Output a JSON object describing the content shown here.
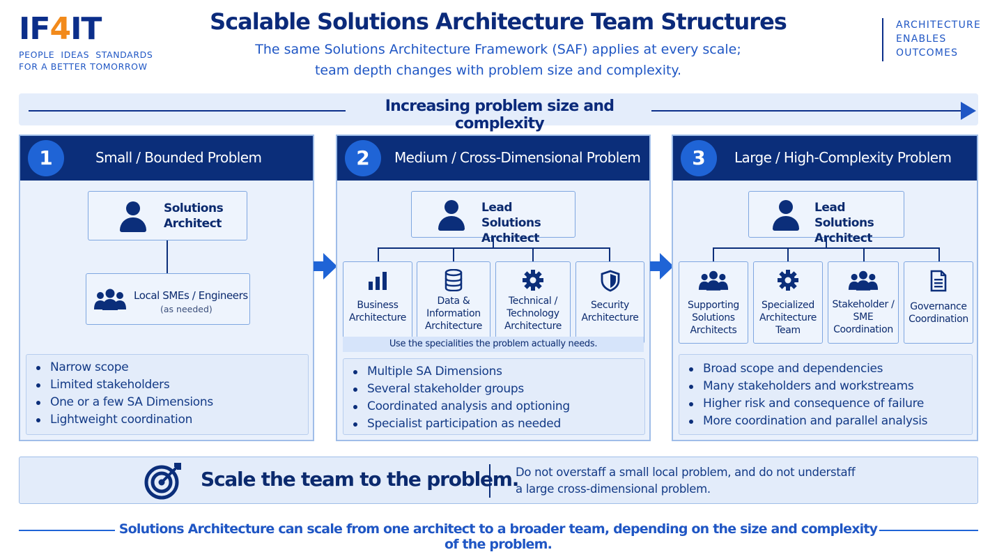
{
  "logo": {
    "mark_part1": "IF",
    "mark_part2": "4",
    "mark_part3": "IT",
    "tagline_line1": "PEOPLE  IDEAS  STANDARDS",
    "tagline_line2": "FOR A BETTER TOMORROW"
  },
  "header": {
    "title": "Scalable Solutions Architecture Team Structures",
    "subtitle_line1": "The same Solutions Architecture Framework (SAF) applies at every scale;",
    "subtitle_line2": "team depth changes with problem size and complexity.",
    "corner": [
      "ARCHITECTURE",
      "ENABLES",
      "OUTCOMES"
    ]
  },
  "band": {
    "label": "Increasing problem size and complexity"
  },
  "panels": [
    {
      "number": "1",
      "title": "Small / Bounded Problem",
      "lead": [
        "Solutions",
        "Architect"
      ],
      "member": {
        "label": "Local SMEs / Engineers",
        "note": "(as needed)"
      },
      "bullets": [
        "Narrow scope",
        "Limited stakeholders",
        "One or a few SA Dimensions",
        "Lightweight coordination"
      ]
    },
    {
      "number": "2",
      "title": "Medium / Cross-Dimensional Problem",
      "lead": [
        "Lead Solutions",
        "Architect"
      ],
      "specialties": [
        {
          "icon": "bar-chart-icon",
          "lines": [
            "Business",
            "Architecture"
          ]
        },
        {
          "icon": "database-icon",
          "lines": [
            "Data &",
            "Information",
            "Architecture"
          ]
        },
        {
          "icon": "gear-icon",
          "lines": [
            "Technical /",
            "Technology",
            "Architecture"
          ]
        },
        {
          "icon": "shield-icon",
          "lines": [
            "Security",
            "Architecture"
          ]
        }
      ],
      "note": "Use the specialities the problem actually needs.",
      "bullets": [
        "Multiple SA Dimensions",
        "Several stakeholder groups",
        "Coordinated analysis and optioning",
        "Specialist participation as needed"
      ]
    },
    {
      "number": "3",
      "title": "Large / High-Complexity Problem",
      "lead": [
        "Lead Solutions",
        "Architect"
      ],
      "specialties": [
        {
          "icon": "team-icon",
          "lines": [
            "Supporting",
            "Solutions",
            "Architects"
          ]
        },
        {
          "icon": "gear-icon",
          "lines": [
            "Specialized",
            "Architecture",
            "Team"
          ]
        },
        {
          "icon": "team-icon",
          "lines": [
            "Stakeholder /",
            "SME",
            "Coordination"
          ]
        },
        {
          "icon": "document-icon",
          "lines": [
            "Governance",
            "Coordination"
          ]
        }
      ],
      "bullets": [
        "Broad scope and dependencies",
        "Many stakeholders and workstreams",
        "Higher risk and consequence of failure",
        "More coordination and parallel analysis"
      ]
    }
  ],
  "scale": {
    "icon": "target-icon",
    "headline": "Scale the team to the problem.",
    "desc_line1": "Do not overstaff a small local problem, and do not understaff",
    "desc_line2": "a large cross-dimensional problem."
  },
  "footer": {
    "text": "Solutions Architecture can scale from one architect to a broader team, depending on the size and complexity of the problem."
  },
  "colors": {
    "navy": "#0b2e7a",
    "accent_blue": "#1f64d6",
    "panel_bg": "#eaf1fc",
    "logo_orange": "#f28a1b"
  }
}
